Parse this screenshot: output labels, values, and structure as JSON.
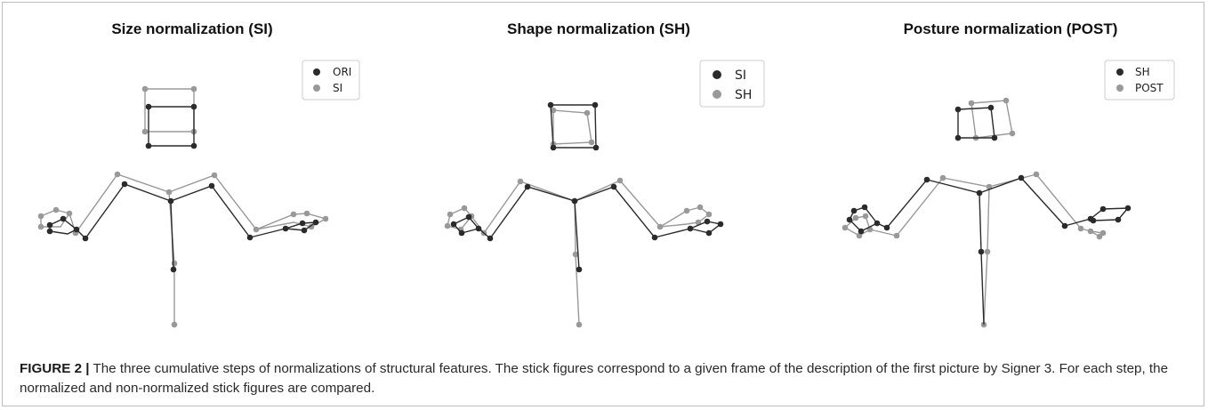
{
  "figure": {
    "label": "FIGURE 2 |",
    "caption": " The three cumulative steps of normalizations of structural features. The stick figures correspond to a given frame of the description of the first picture by Signer 3. For each step, the normalized and non-normalized stick figures are compared."
  },
  "colors": {
    "dark": "#2b2b2b",
    "light": "#999999"
  },
  "panels": [
    {
      "title": "Size normalization (SI)",
      "legend": [
        {
          "label": "ORI",
          "color": "#2b2b2b"
        },
        {
          "label": "SI",
          "color": "#999999"
        }
      ]
    },
    {
      "title": "Shape normalization (SH)",
      "legend": [
        {
          "label": "SI",
          "color": "#2b2b2b"
        },
        {
          "label": "SH",
          "color": "#999999"
        }
      ]
    },
    {
      "title": "Posture normalization (POST)",
      "legend": [
        {
          "label": "SH",
          "color": "#2b2b2b"
        },
        {
          "label": "POST",
          "color": "#999999"
        }
      ]
    }
  ]
}
